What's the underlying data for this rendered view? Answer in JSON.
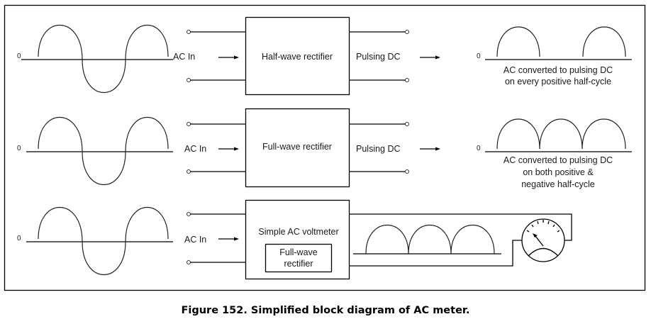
{
  "figure": {
    "caption": "Figure 152. Simplified block diagram of AC meter.",
    "accent_color": "#000000",
    "rows": [
      {
        "id": "half-wave",
        "zero_label": "0",
        "input_label": "AC In",
        "block_label": "Half-wave rectifier",
        "output_label": "Pulsing DC",
        "output_zero_label": "0",
        "output_waveform": "half-wave",
        "description_lines": [
          "AC converted to pulsing DC",
          "on every positive half-cycle"
        ]
      },
      {
        "id": "full-wave",
        "zero_label": "0",
        "input_label": "AC In",
        "block_label": "Full-wave rectifier",
        "output_label": "Pulsing DC",
        "output_zero_label": "0",
        "output_waveform": "full-wave",
        "description_lines": [
          "AC converted to pulsing DC",
          "on both positive &",
          "negative half-cycle"
        ]
      },
      {
        "id": "voltmeter",
        "zero_label": "0",
        "input_label": "AC In",
        "block_label": "Simple AC voltmeter",
        "inner_block_lines": [
          "Full-wave",
          "rectifier"
        ],
        "output_waveform": "full-wave",
        "meter_icon": "analog-gauge-icon"
      }
    ]
  }
}
